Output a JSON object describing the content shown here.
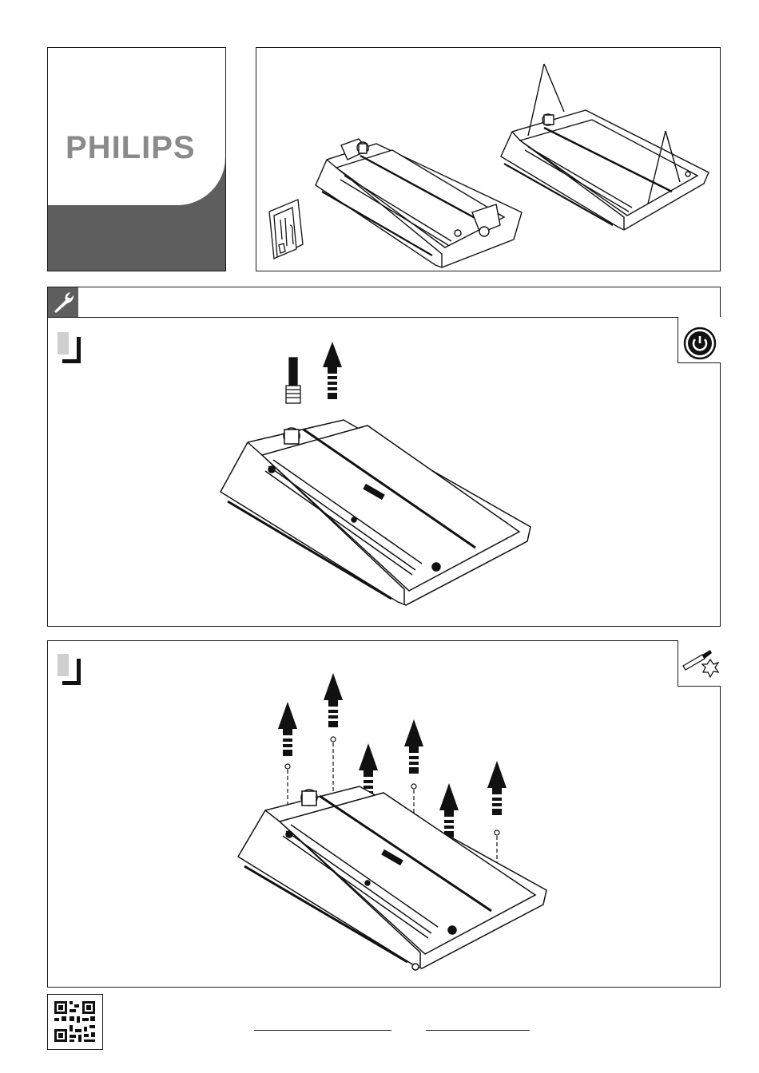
{
  "brand": {
    "logo_text": "PHILIPS",
    "colors": {
      "dark": "#5e5e5e",
      "light": "#9a9a9a",
      "logo": "#8a8a8a"
    }
  },
  "overview": {
    "icons": [
      "manual-book-icon",
      "luminaire-hook-icon",
      "luminaire-suspended-icon"
    ]
  },
  "step_header": {
    "icon": "wrench-icon"
  },
  "panel1": {
    "icon": "power-off-icon",
    "arrows": 1
  },
  "panel2": {
    "icon": "screwdriver-icon",
    "arrows": 6,
    "screws": 6
  },
  "footer": {
    "icon": "qr-code-icon"
  }
}
